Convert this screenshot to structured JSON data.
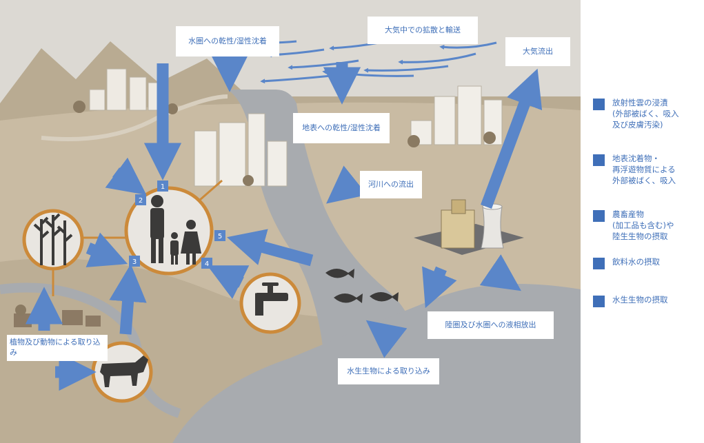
{
  "colors": {
    "sky": "#dcd9d3",
    "land": "#c9bba3",
    "land_dark": "#a99a80",
    "water": "#a8abaf",
    "arrow": "#5a86c9",
    "accent": "#3f6fb8",
    "ring": "#cc8a3a"
  },
  "labels": {
    "atmo_dispersion": "大気中での拡散と輸送",
    "water_deposition": "水圏への乾性/湿性沈着",
    "atmo_outflow": "大気流出",
    "surface_deposition": "地表への乾性/湿性沈着",
    "river_runoff": "河川への流出",
    "liquid_release": "陸圏及び水圏への液相放出",
    "aquatic_uptake": "水生生物による取り込み",
    "plant_animal_uptake": "植物及び動物による取り込み"
  },
  "pathway_numbers": [
    "1",
    "2",
    "3",
    "4",
    "5"
  ],
  "legend": [
    {
      "text": "放射性雲の浸漬\n(外部被ばく、吸入\n及び皮膚汚染)"
    },
    {
      "text": "地表沈着物・\n再浮遊物質による\n外部被ばく、吸入"
    },
    {
      "text": "農畜産物\n(加工品も含む)や\n陸生生物の摂取"
    },
    {
      "text": "飲料水の摂取"
    },
    {
      "text": "水生生物の摂取"
    }
  ],
  "icons": [
    "crops-icon",
    "cow-icon",
    "faucet-icon",
    "family-icon",
    "fish-icon",
    "nuclear-plant-icon"
  ]
}
